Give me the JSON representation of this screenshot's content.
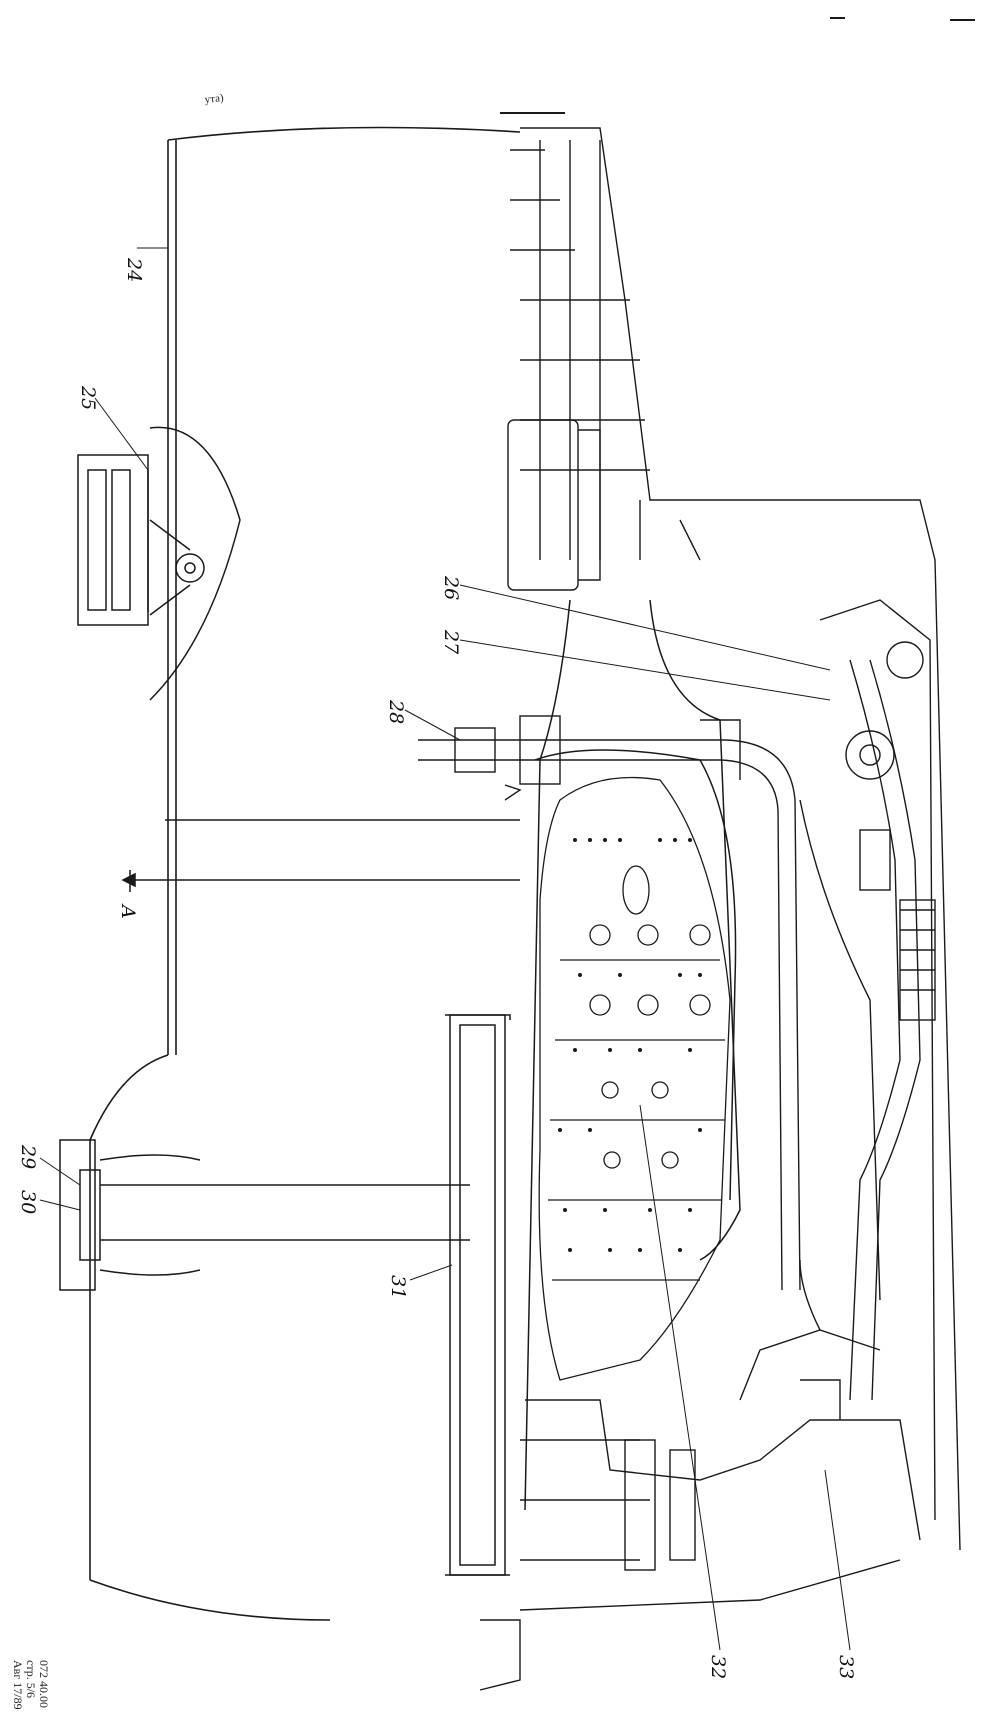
{
  "drawing": {
    "callouts": [
      "24",
      "25",
      "26",
      "27",
      "28",
      "29",
      "30",
      "31",
      "32",
      "33"
    ],
    "section_mark": "A",
    "header_fragment": "ута)",
    "doc_ref": {
      "line1": "072 40.00",
      "line2": "стр. 5/6",
      "line3": "Авг 17/89"
    }
  },
  "colors": {
    "ink": "#1a1a1a",
    "paper": "#ffffff"
  }
}
